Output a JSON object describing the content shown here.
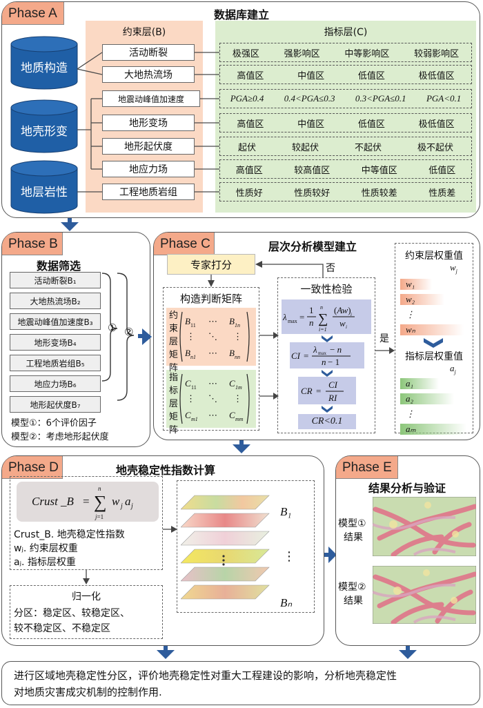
{
  "colors": {
    "accent": "#f4a98a",
    "constraint_bg": "#fbd9c4",
    "indicator_bg": "#dcedcf",
    "cylinder": "#1f5fa6",
    "arrow": "#2e5c9c",
    "blue_box": "#c6cbe8"
  },
  "phase_a": {
    "tag": "Phase A",
    "title": "数据库建立",
    "constraint_header": "约束层(B)",
    "indicator_header": "指标层(C)",
    "cylinders": [
      "地质构造",
      "地壳形变",
      "地层岩性"
    ],
    "factors": [
      "活动断裂",
      "大地热流场",
      "地震动峰值加速度",
      "地形变场",
      "地形起伏度",
      "地应力场",
      "工程地质岩组"
    ],
    "indicators": [
      [
        "极强区",
        "强影响区",
        "中等影响区",
        "较弱影响区"
      ],
      [
        "高值区",
        "中值区",
        "低值区",
        "极低值区"
      ],
      [
        "PGA≥0.4",
        "0.4<PGA≤0.3",
        "0.3<PGA≤0.1",
        "PGA<0.1"
      ],
      [
        "高值区",
        "中值区",
        "低值区",
        "极低值区"
      ],
      [
        "起伏",
        "较起伏",
        "不起伏",
        "极不起伏"
      ],
      [
        "高值区",
        "较高值区",
        "中等值区",
        "低值区"
      ],
      [
        "性质好",
        "性质较好",
        "性质较差",
        "性质差"
      ]
    ]
  },
  "phase_b": {
    "tag": "Phase B",
    "title": "数据筛选",
    "items": [
      "活动断裂B₁",
      "大地热流场B₂",
      "地震动峰值加速度B₃",
      "地形变场B₄",
      "工程地质岩组B₅",
      "地应力场B₆",
      "地形起伏度B₇"
    ],
    "brace1": "①",
    "brace2": "②",
    "model1": "模型①：6个评价因子",
    "model2": "模型②：考虑地形起伏度"
  },
  "phase_c": {
    "tag": "Phase C",
    "title": "层次分析模型建立",
    "expert": "专家打分",
    "no": "否",
    "yes": "是",
    "matrix_title": "构造判断矩阵",
    "b_label": "约束层矩阵",
    "c_label": "指标层矩阵",
    "consistency_title": "一致性检验",
    "cr_condition": "CR<0.1",
    "b_weight_title": "约束层权重值",
    "c_weight_title": "指标层权重值",
    "b_weights": [
      "w₁",
      "w₂",
      "⋮",
      "wₙ"
    ],
    "c_weights": [
      "a₁",
      "a₂",
      "⋮",
      "aₘ"
    ]
  },
  "phase_d": {
    "tag": "Phase D",
    "title": "地壳稳定性指数计算",
    "formula_lhs": "Crust _B =",
    "def1": "Crust_B. 地壳稳定性指数",
    "def2": "wⱼ. 约束层权重",
    "def3": "aⱼ. 指标层权重",
    "normalize": "归一化",
    "zones1": "分区：稳定区、较稳定区、",
    "zones2": "较不稳定区、不稳定区",
    "layer_top": "B₁",
    "layer_dots": "⋮",
    "layer_bottom": "Bₙ"
  },
  "phase_e": {
    "tag": "Phase E",
    "title": "结果分析与验证",
    "result1": [
      "模型①",
      "结果"
    ],
    "result2": [
      "模型②",
      "结果"
    ]
  },
  "conclusion": [
    "进行区域地壳稳定性分区，评价地壳稳定性对重大工程建设的影响，分析地壳稳定性",
    "对地质灾害成灾机制的控制作用."
  ]
}
